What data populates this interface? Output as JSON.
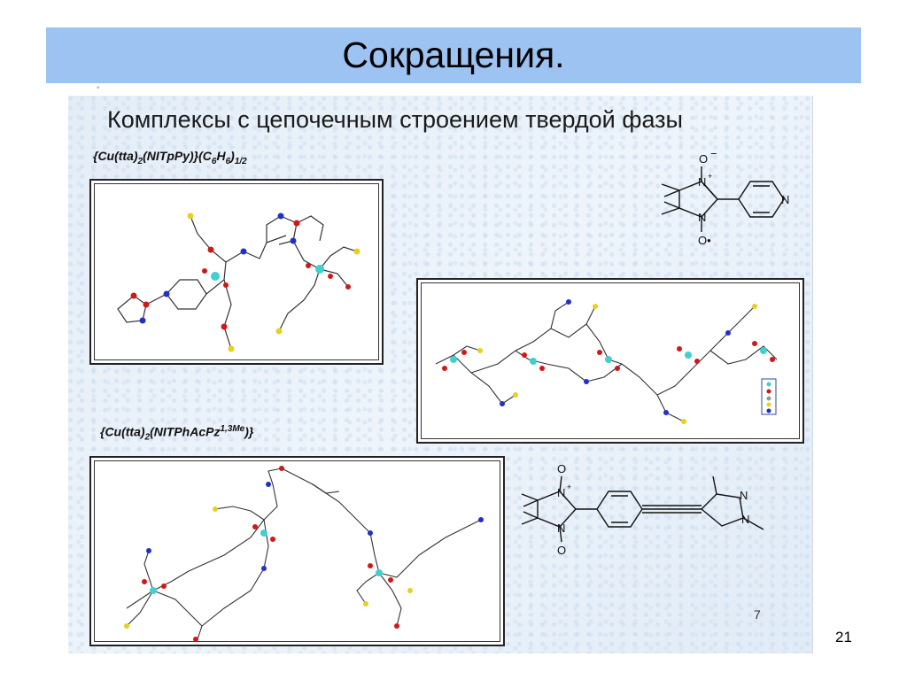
{
  "slide_title": "Сокращения.",
  "heading": "Комплексы с цепочечным строением твердой фазы",
  "formula1": {
    "prefix": "{Cu(tta)",
    "sub1": "2",
    "mid": "(NITpPy)}(C",
    "sub2": "6",
    "mid2": "H",
    "sub3": "6",
    "suffix": ")",
    "sub4": "1/2"
  },
  "formula2": {
    "prefix": "{Cu(tta)",
    "sub1": "2",
    "mid": "(NITPhAcPz",
    "sup1": "1,3Me",
    "suffix": ")}"
  },
  "structure1": {
    "o_top": "O",
    "minus": "−",
    "n_top": "N",
    "plus": "+",
    "n_bottom": "N",
    "o_bottom": "O•",
    "n_pyridine": "N"
  },
  "structure2": {
    "o_top": "O",
    "n_top": "N",
    "plus": "+",
    "n_bottom": "N",
    "o_bottom": "O",
    "n_pz1": "N",
    "n_pz2": "N"
  },
  "inner_page_number": "7",
  "page_number": "21",
  "colors": {
    "title_bar": "#9dc3f2",
    "cu": "#40d0d0",
    "oxygen": "#d01818",
    "nitrogen": "#2030c8",
    "sulfur": "#e8d020"
  }
}
